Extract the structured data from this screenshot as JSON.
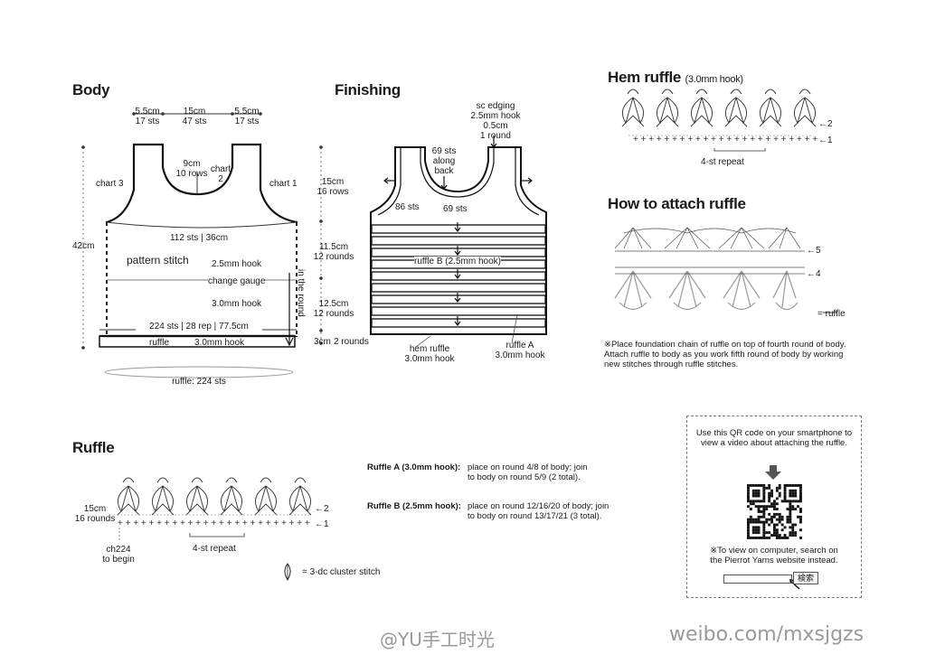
{
  "body": {
    "title": "Body",
    "top_widths": [
      {
        "cm": "5.5cm",
        "sts": "17 sts"
      },
      {
        "cm": "15cm",
        "sts": "47 sts"
      },
      {
        "cm": "5.5cm",
        "sts": "17 sts"
      }
    ],
    "neck": {
      "cm": "9cm",
      "rows": "10 rows"
    },
    "chart2": "chart\n2",
    "chart3": "chart 3",
    "chart1": "chart 1",
    "height": "42cm",
    "bust": "112 sts | 36cm",
    "pattern": "pattern stitch",
    "hook1": "2.5mm hook",
    "change": "change gauge",
    "hook2": "3.0mm hook",
    "in_round": "in the round",
    "hem": "224 sts | 28 rep | 77.5cm",
    "ruffle_label": "ruffle",
    "ruffle_hook": "3.0mm hook",
    "ruffle_oval": "ruffle: 224 sts"
  },
  "finishing": {
    "title": "Finishing",
    "edging": "sc edging\n2.5mm hook\n0.5cm\n1 round",
    "back": "69 sts\nalong\nback",
    "s86": "86 sts",
    "s69": "69 sts",
    "h1": "15cm\n16 rows",
    "h2": "11.5cm\n12 rounds",
    "h3": "12.5cm\n12 rounds",
    "h4cm": "3cm",
    "h4r": "2 rounds",
    "ruffleB": "ruffle B (2.5mm hook)",
    "hem": "hem ruffle\n3.0mm hook",
    "ruffleA": "ruffle A\n3.0mm hook"
  },
  "hem_ruffle": {
    "title": "Hem ruffle",
    "hook": "(3.0mm hook)",
    "row2": "←2",
    "row1": "←1",
    "repeat": "4-st repeat"
  },
  "attach": {
    "title": "How to attach ruffle",
    "r5": "←5",
    "r4": "←4",
    "legend": "= ruffle",
    "note": "※Place foundation chain of ruffle on top of fourth round of body.\nAttach ruffle to body as you work fifth round of body by working\nnew stitches through ruffle stitches."
  },
  "ruffle": {
    "title": "Ruffle",
    "dims": "15cm\n16 rounds",
    "ch": "ch224\nto begin",
    "repeat": "4-st repeat",
    "row2": "←2",
    "row1": "←1",
    "legend": "= 3-dc cluster stitch"
  },
  "ruffle_info": {
    "a_label": "Ruffle A (3.0mm hook):",
    "a_text": "place on round 4/8 of body; join\nto body on round 5/9 (2 total).",
    "b_label": "Ruffle B (2.5mm hook):",
    "b_text": "place on round 12/16/20 of body; join\nto body on round 13/17/21 (3 total)."
  },
  "qr": {
    "top": "Use this QR code on your smartphone to\nview a video about attaching the ruffle.",
    "bottom": "※To view on computer, search on\nthe Pierrot Yarns website instead.",
    "button": "検索"
  },
  "watermarks": {
    "a": "@YU手工时光",
    "b": "weibo.com/mxsjgzs"
  }
}
